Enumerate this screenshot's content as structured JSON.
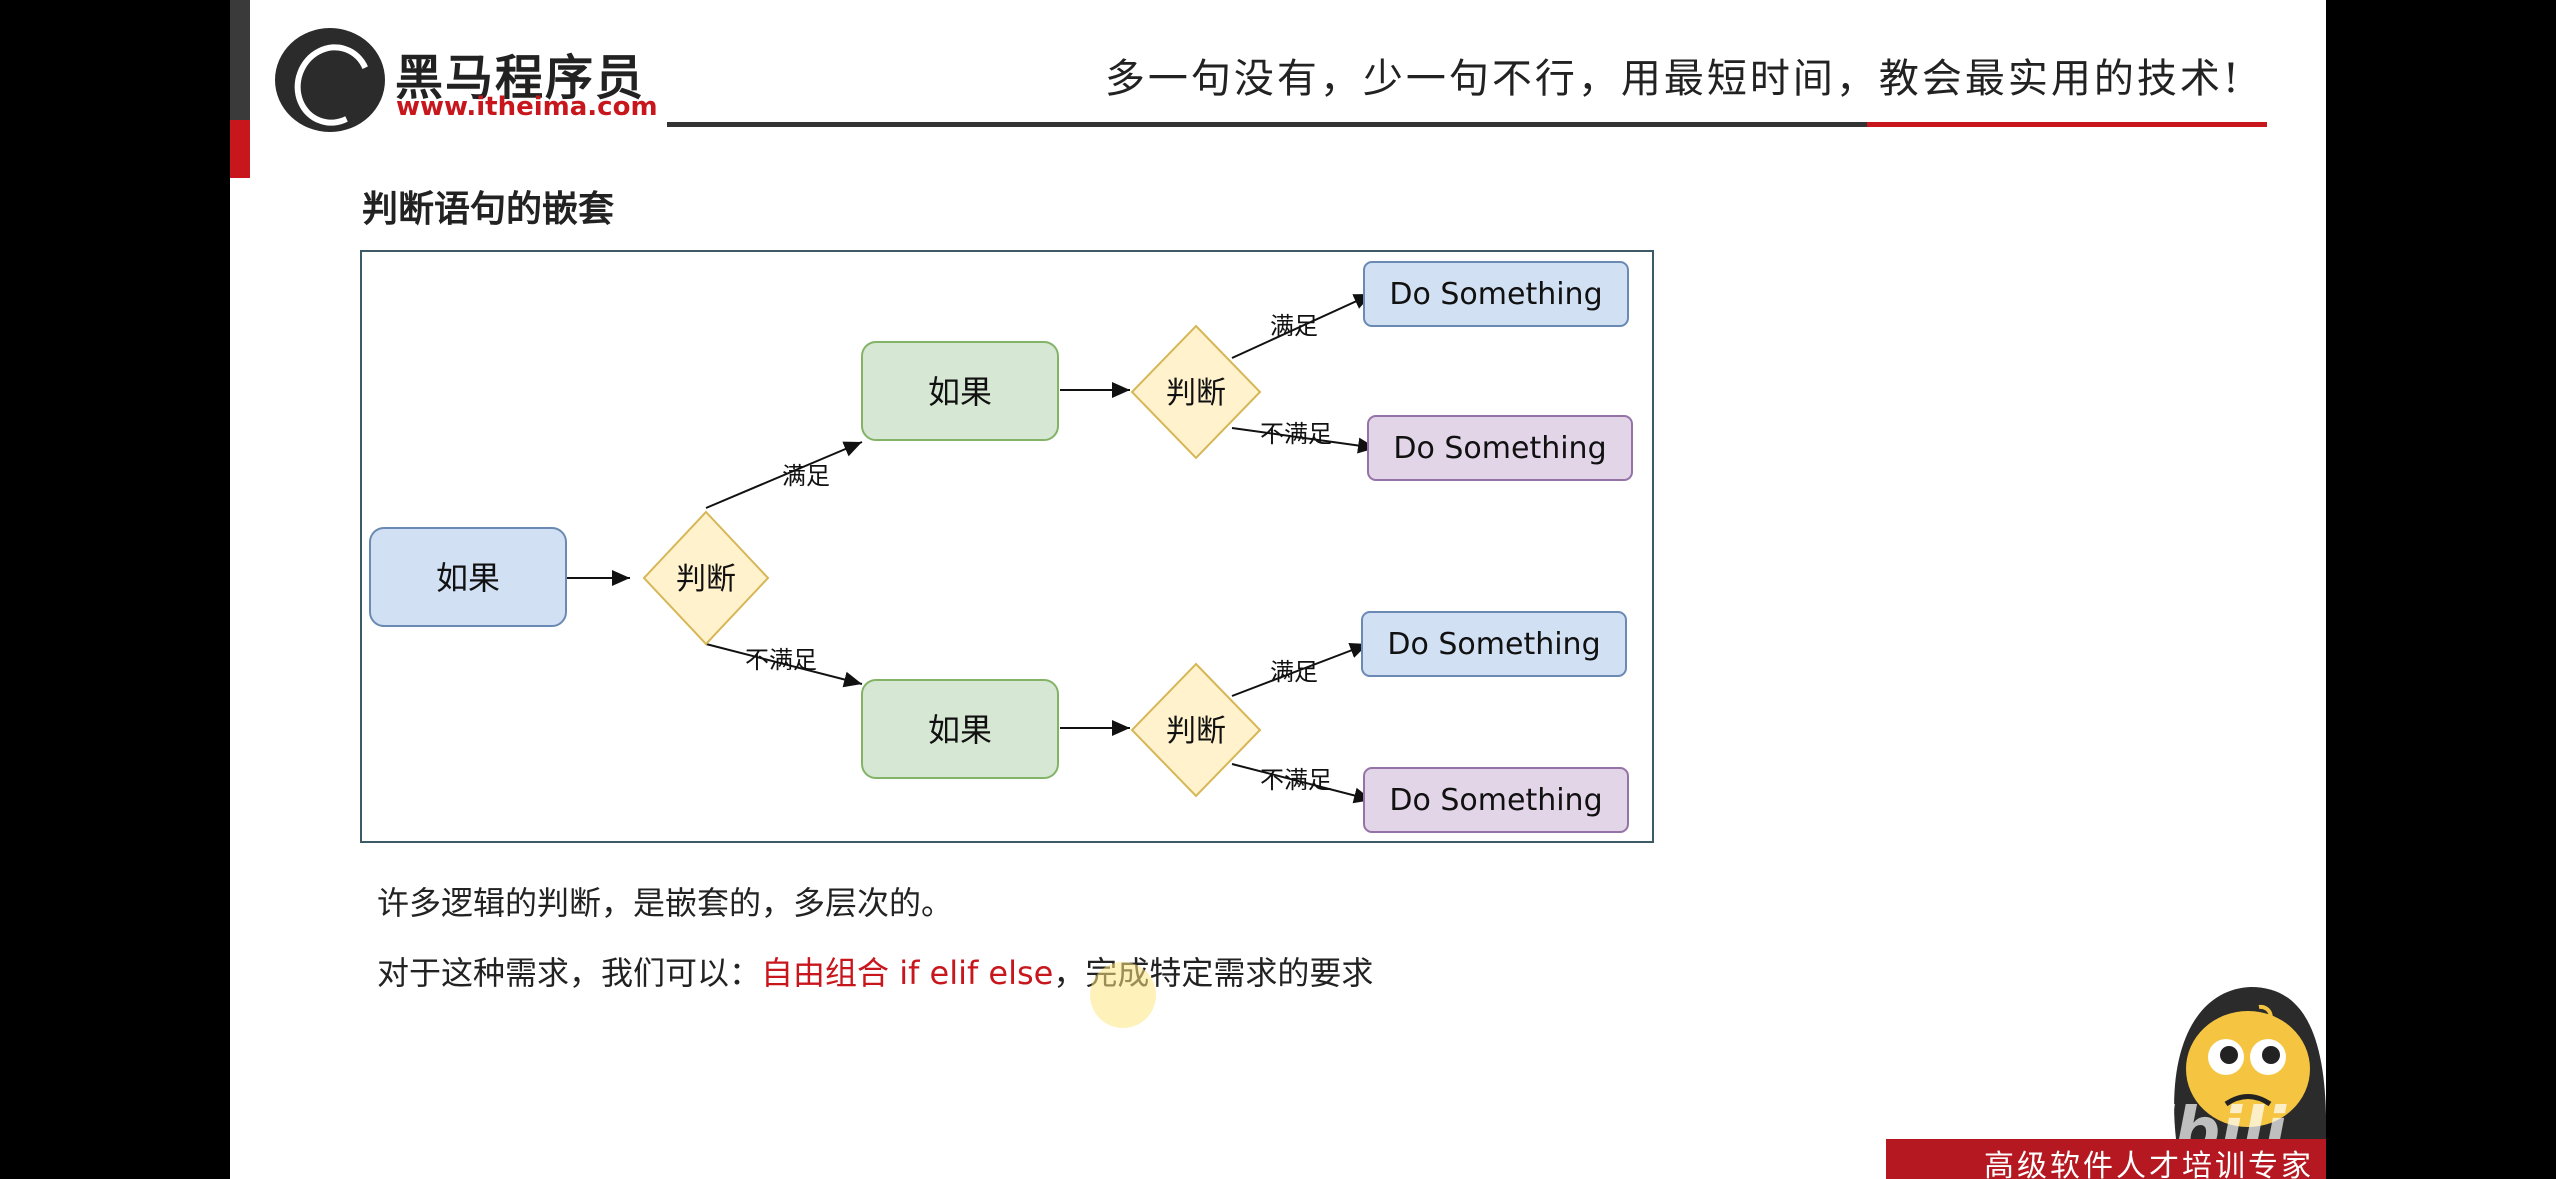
{
  "header": {
    "brand_cn": "黑马程序员",
    "brand_url": "www.itheima.com",
    "slogan": "多一句没有，少一句不行，用最短时间，教会最实用的技术!"
  },
  "section_title": "判断语句的嵌套",
  "diagram": {
    "root_if": "如果",
    "root_judge": "判断",
    "top_if": "如果",
    "top_judge": "判断",
    "bottom_if": "如果",
    "bottom_judge": "判断",
    "do_something": "Do Something",
    "satisfied": "满足",
    "not_satisfied": "不满足"
  },
  "body": {
    "line1": "许多逻辑的判断，是嵌套的，多层次的。",
    "line2_prefix": "对于这种需求，我们可以：",
    "line2_highlight": "自由组合 if elif else",
    "line2_suffix": "，完成特定需求的要求"
  },
  "footer": {
    "tagline": "高级软件人才培训专家",
    "watermark": "bilibili"
  },
  "colors": {
    "brand_red": "#c8161d",
    "if_blue": "#d1e0f3",
    "if_green": "#d6e8d4",
    "judge_yellow": "#fff2cc",
    "do_purple": "#e2d5e8"
  }
}
